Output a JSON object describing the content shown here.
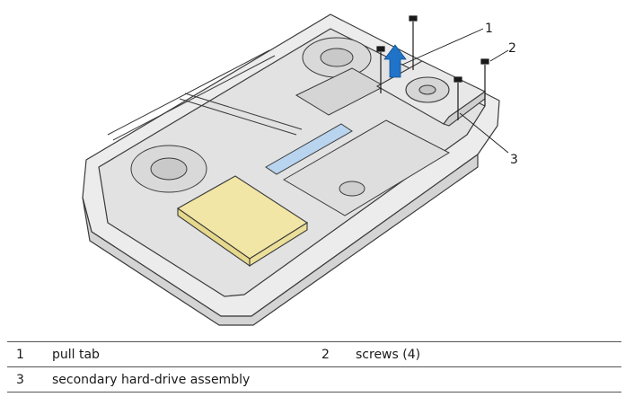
{
  "callouts": [
    {
      "number": "1"
    },
    {
      "number": "2"
    },
    {
      "number": "3"
    }
  ],
  "legend": {
    "rows": [
      {
        "num1": "1",
        "desc1": "pull tab",
        "num2": "2",
        "desc2": "screws (4)"
      },
      {
        "num1": "3",
        "desc1": "secondary hard-drive assembly",
        "num2": "",
        "desc2": ""
      }
    ]
  },
  "colors": {
    "line": "#3a3a3a",
    "body_light": "#ececec",
    "body_mid": "#d9d9d9",
    "drive_yellow": "#f2e6a6",
    "arrow_blue": "#1f73c9"
  }
}
